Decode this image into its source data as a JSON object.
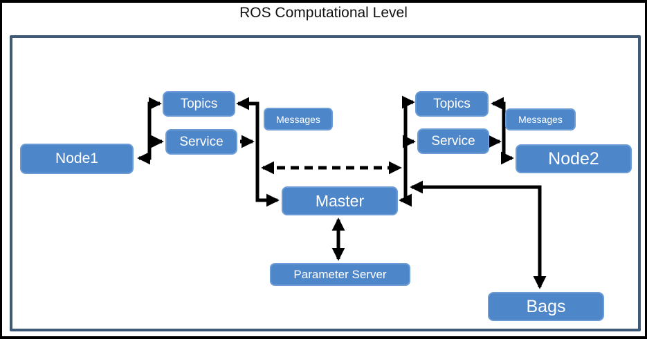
{
  "diagram": {
    "title": "ROS Computational Level",
    "nodes": {
      "node1": {
        "label": "Node1"
      },
      "topics_left": {
        "label": "Topics"
      },
      "service_left": {
        "label": "Service"
      },
      "messages_left": {
        "label": "Messages"
      },
      "master": {
        "label": "Master"
      },
      "parameter_server": {
        "label": "Parameter Server"
      },
      "topics_right": {
        "label": "Topics"
      },
      "service_right": {
        "label": "Service"
      },
      "messages_right": {
        "label": "Messages"
      },
      "node2": {
        "label": "Node2"
      },
      "bags": {
        "label": "Bags"
      }
    },
    "edges": [
      {
        "from": "node1",
        "to": "topics_left",
        "style": "solid",
        "arrowheads": "both"
      },
      {
        "from": "node1",
        "to": "service_left",
        "style": "solid",
        "arrowheads": "forward"
      },
      {
        "from": "topics_left",
        "to": "master",
        "style": "solid",
        "arrowheads": "both"
      },
      {
        "from": "service_left",
        "to": "master",
        "style": "solid",
        "arrowheads": "forward"
      },
      {
        "from": "master",
        "to": "topics_right",
        "style": "solid",
        "arrowheads": "both"
      },
      {
        "from": "master",
        "to": "service_right",
        "style": "solid",
        "arrowheads": "forward"
      },
      {
        "from": "left_bus",
        "to": "right_bus",
        "style": "dashed",
        "arrowheads": "both"
      },
      {
        "from": "topics_right",
        "to": "node2",
        "style": "solid",
        "arrowheads": "both"
      },
      {
        "from": "service_right",
        "to": "node2",
        "style": "solid",
        "arrowheads": "forward"
      },
      {
        "from": "bags",
        "to": "master_bus",
        "style": "solid",
        "arrowheads": "both"
      },
      {
        "from": "master",
        "to": "parameter_server",
        "style": "solid",
        "arrowheads": "both"
      }
    ],
    "colors": {
      "node_fill": "#4d86c9",
      "node_border": "#6c9cd6",
      "node_text": "#ffffff",
      "frame_border": "#3e5a76",
      "outer_border": "#000000",
      "connector": "#000000",
      "title_text": "#111111",
      "background": "#ffffff"
    }
  }
}
